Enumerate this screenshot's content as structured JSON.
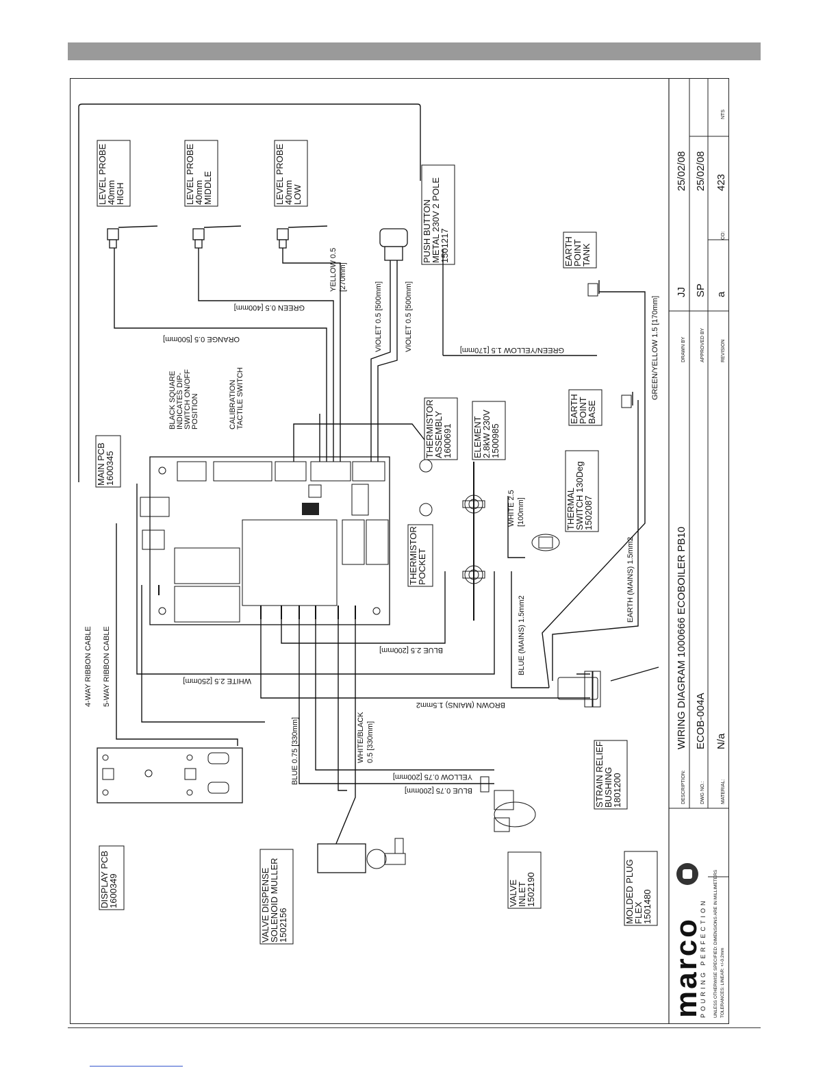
{
  "title_block": {
    "description_label": "DESCRIPTION:",
    "description": "WIRING DIAGRAM 1000666 ECOBOILER PB10",
    "dwg_no_label": "DWG NO.:",
    "dwg_no": "ECOB-004A",
    "material_label": "MATERIAL:",
    "material": "N/a",
    "drawn_by_label": "DRAWN BY",
    "drawn_by": "JJ",
    "drawn_date": "25/02/08",
    "approved_by_label": "APPROVED BY",
    "approved_by": "SP",
    "approved_date": "25/02/08",
    "revision_label": "REVISION",
    "revision": "a",
    "co_label": "CO:",
    "co": "423",
    "scale": "NTS",
    "brand": "marco",
    "tagline": "POURING PERFECTION",
    "notes": "UNLESS OTHERWISE SPECIFIED: DIMENSIONS ARE IN MILLIMETERS",
    "tolerances": "TOLERANCES: LINEAR: +/-0.2mm"
  },
  "components": {
    "level_probe_high": [
      "LEVEL PROBE",
      "40mm",
      "HIGH"
    ],
    "level_probe_middle": [
      "LEVEL PROBE",
      "40mm",
      "MIDDLE"
    ],
    "level_probe_low": [
      "LEVEL PROBE",
      "40mm",
      "LOW"
    ],
    "push_button": [
      "PUSH BUTTON",
      "METAL 230V 2 POLE",
      "1501217"
    ],
    "main_pcb": [
      "MAIN PCB",
      "1600345"
    ],
    "thermistor_assembly": [
      "THERMISTOR",
      "ASSEMBLY",
      "1600691"
    ],
    "element": [
      "ELEMENT",
      "2.8kW 230V",
      "1500985"
    ],
    "earth_point_tank": [
      "EARTH",
      "POINT",
      "TANK"
    ],
    "earth_point_base": [
      "EARTH",
      "POINT",
      "BASE"
    ],
    "thermal_switch": [
      "THERMAL",
      "SWITCH 130Deg",
      "1502087"
    ],
    "thermistor_pocket": [
      "THERMISTOR",
      "POCKET"
    ],
    "strain_relief": [
      "STRAIN RELIEF",
      "BUSHING",
      "1801200"
    ],
    "valve_inlet": [
      "VALVE",
      "INLET",
      "1502190"
    ],
    "molded_plug": [
      "MOLDED  PLUG",
      "FLEX",
      "1501480"
    ],
    "valve_dispense": [
      "VALVE DISPENSE",
      "SOLENOID MULLER",
      "1502156"
    ],
    "display_pcb": [
      "DISPLAY PCB",
      "1600349"
    ]
  },
  "notes": {
    "black_square": [
      "BLACK SQUARE",
      "INDICATES DIP-",
      "SWITCH ON/OFF",
      "POSITION"
    ],
    "calibration": [
      "CALIBRATION",
      "TACTILE SWITCH"
    ]
  },
  "wires": {
    "orange": "ORANGE 0.5 [500mm]",
    "green": "GREEN 0.5 [400mm]",
    "yellow_1": "YELLOW 0.5",
    "yellow_2": "[270mm]",
    "violet_1": "VIOLET 0.5 [500mm]",
    "violet_2": "VIOLET 0.5 [500mm]",
    "green_yellow_1": "GREEN/YELLOW 1.5 [170mm]",
    "green_yellow_2": "GREEN/YELLOW 1.5 [170mm]",
    "white_2_5_1": "WHITE 2.5",
    "white_2_5_2": "[100mm]",
    "earth_mains": "EARTH (MAINS) 1.5mm2",
    "blue_mains": "BLUE (MAINS) 1.5mm2",
    "blue_2_5": "BLUE 2.5 [200mm]",
    "white_2_5_250": "WHITE 2.5 [250mm]",
    "brown_mains": "BROWN (MAINS) 1.5mm2",
    "ribbon_4": "4-WAY RIBBON CABLE",
    "ribbon_5": "5-WAY RIBBON CABLE",
    "blue_075_330": "BLUE 0.75 [330mm]",
    "white_black_1": "WHITE/BLACK",
    "white_black_2": "0.5 [330mm]",
    "yellow_075": "YELLOW 0.75 [200mm]",
    "blue_075_200": "BLUE 0.75 [200mm]"
  }
}
